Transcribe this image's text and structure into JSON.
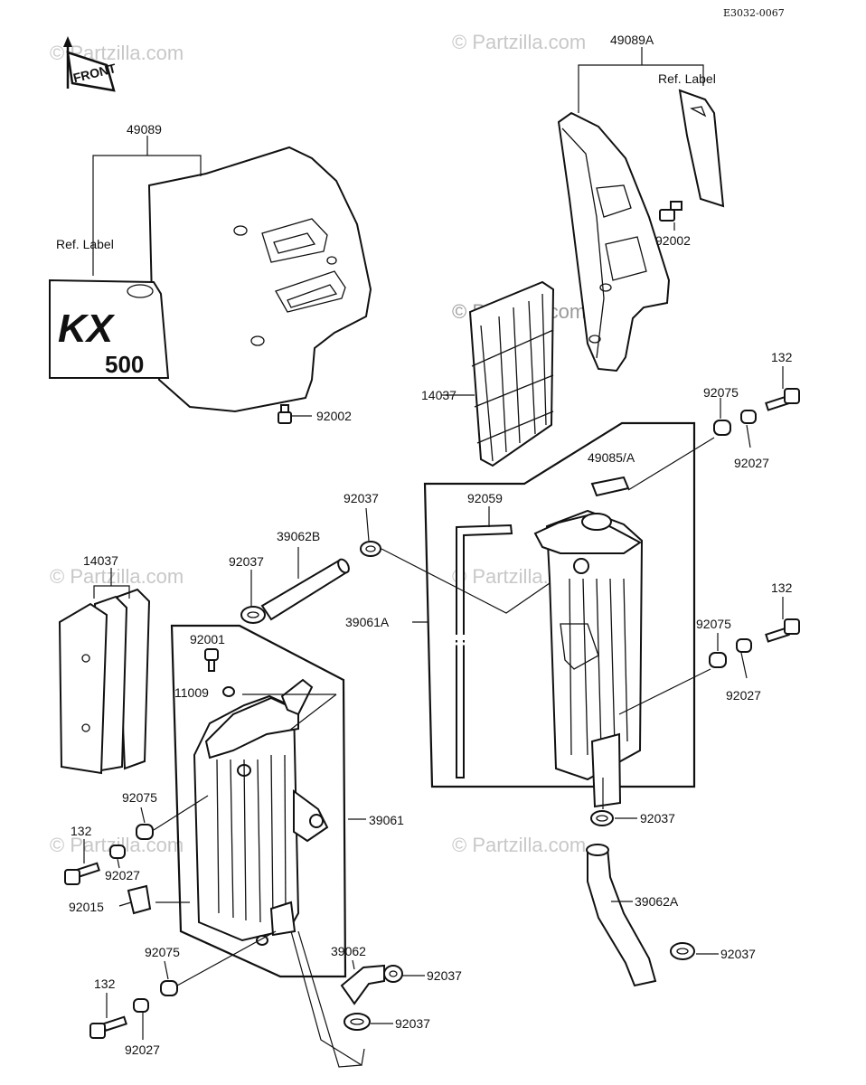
{
  "doc_code": "E3032-0067",
  "front_label": "FRONT",
  "watermark": "© Partzilla.com",
  "decal": {
    "brand": "KX",
    "model": "500"
  },
  "labels": {
    "p49089A": "49089A",
    "ref_label_right": "Ref. Label",
    "p92002_right": "92002",
    "p49089": "49089",
    "ref_label_left": "Ref. Label",
    "p92002_left": "92002",
    "p132_a": "132",
    "p92075_a": "92075",
    "p92027_a": "92027",
    "p14037_a": "14037",
    "p49085A": "49085/A",
    "p92037_a": "92037",
    "p92059": "92059",
    "p39062B": "39062B",
    "p92037_b": "92037",
    "p14037_b": "14037",
    "p132_b": "132",
    "p92075_b": "92075",
    "p39061A": "39061A",
    "p92027_b": "92027",
    "p92001": "92001",
    "p11009": "11009",
    "p39061": "39061",
    "p92037_c": "92037",
    "p92075_c": "92075",
    "p132_c": "132",
    "p92027_c": "92027",
    "p92015": "92015",
    "p39062A": "39062A",
    "p92075_d": "92075",
    "p39062": "39062",
    "p92037_d": "92037",
    "p92037_e": "92037",
    "p132_d": "132",
    "p92037_f": "92037",
    "p92027_d": "92027"
  }
}
